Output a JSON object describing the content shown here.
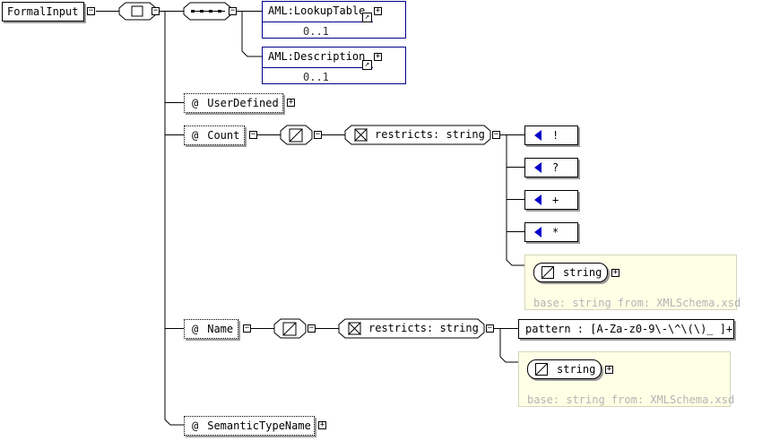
{
  "root": {
    "label": "FormalInput"
  },
  "sequence": {
    "elements": [
      {
        "label": "AML:LookupTable",
        "cardinality": "0..1"
      },
      {
        "label": "AML:Description",
        "cardinality": "0..1"
      }
    ]
  },
  "attributes": {
    "at_symbol": "@",
    "user_defined": "UserDefined",
    "count": "Count",
    "name": "Name",
    "semantic_type_name": "SemanticTypeName"
  },
  "count_type": {
    "restricts": "restricts: string",
    "enumerations": [
      "!",
      "?",
      "+",
      "*"
    ],
    "base_type": "string",
    "base_note": "base: string from: XMLSchema.xsd"
  },
  "name_type": {
    "restricts": "restricts: string",
    "pattern": "pattern : [A-Za-z0-9\\-\\^\\(\\)_ ]+",
    "base_type": "string",
    "base_note": "base: string from: XMLSchema.xsd"
  }
}
